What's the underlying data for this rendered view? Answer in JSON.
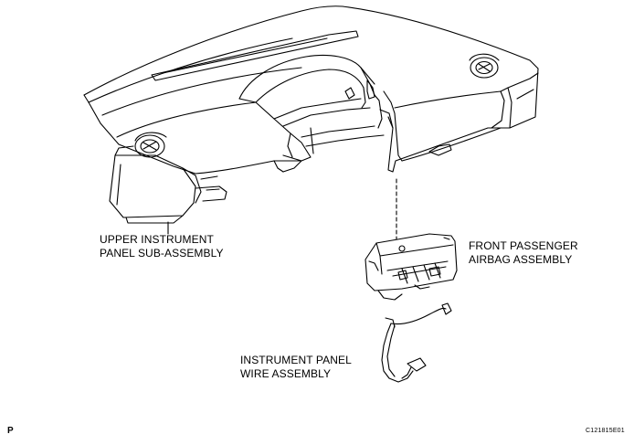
{
  "diagram": {
    "labels": {
      "upper_panel": [
        "UPPER INSTRUMENT",
        "PANEL SUB-ASSEMBLY"
      ],
      "airbag": [
        "FRONT PASSENGER",
        "AIRBAG ASSEMBLY"
      ],
      "wire": [
        "INSTRUMENT PANEL",
        "WIRE ASSEMBLY"
      ]
    },
    "view_letter": "P",
    "figure_code": "C121815E01"
  },
  "colors": {
    "line": "#000000",
    "background": "#ffffff"
  }
}
